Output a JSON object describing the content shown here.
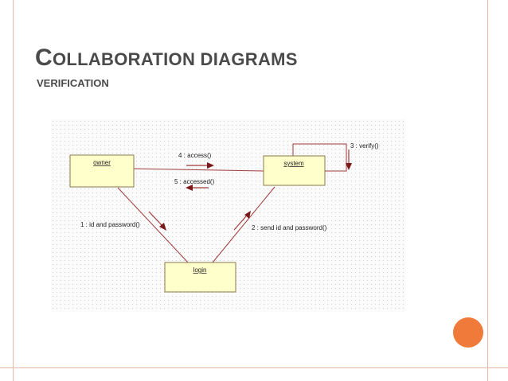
{
  "slide": {
    "title_first_letter": "C",
    "title_rest": "OLLABORATION DIAGRAMS",
    "subtitle": "VERIFICATION",
    "accent_color": "#f07a3a",
    "frame_color": "#e8b7a6"
  },
  "diagram": {
    "objects": {
      "owner": "owner",
      "system": "system",
      "login": "login"
    },
    "messages": {
      "m1": "1 : id and password()",
      "m2": "2 : send id and password()",
      "m3": "3 : verify()",
      "m4": "4 : access()",
      "m5": "5 : accessed()"
    }
  }
}
